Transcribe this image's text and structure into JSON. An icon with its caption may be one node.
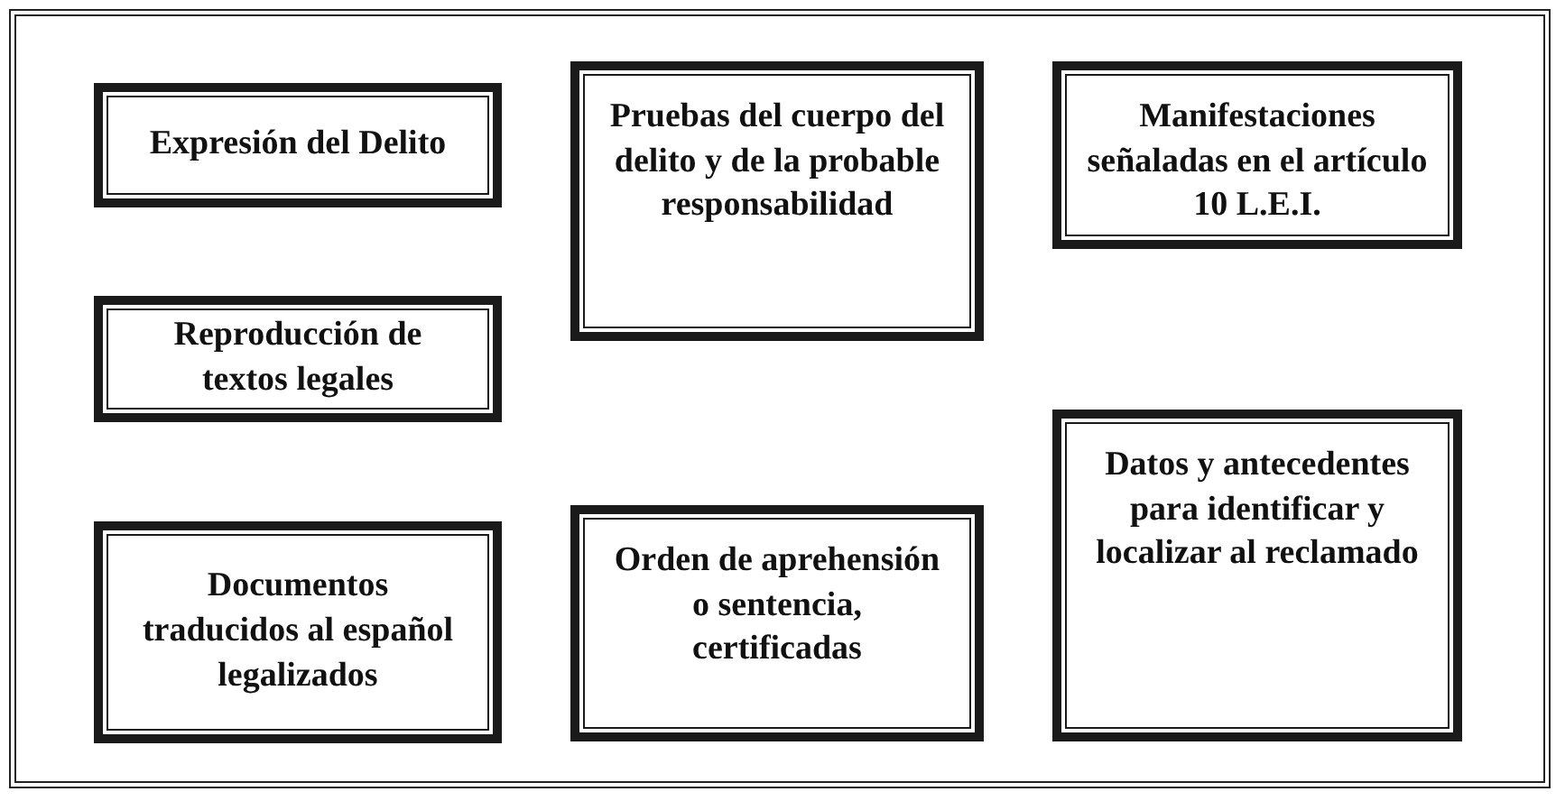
{
  "diagram": {
    "nodes": [
      {
        "text": [
          "Expresión del Delito"
        ]
      },
      {
        "text": [
          "Reproducción de textos legales"
        ]
      },
      {
        "text": [
          "Documentos traducidos al español legalizados"
        ]
      },
      {
        "text": [
          "Pruebas del cuerpo del delito y de la probable responsabilidad"
        ]
      },
      {
        "text": [
          "Orden de aprehensión o sentencia, certificadas"
        ]
      },
      {
        "text": [
          "Manifestaciones señaladas en el artículo 10 L.E.I."
        ]
      },
      {
        "text": [
          "Datos y antecedentes para identificar y localizar al reclamado"
        ]
      }
    ]
  }
}
